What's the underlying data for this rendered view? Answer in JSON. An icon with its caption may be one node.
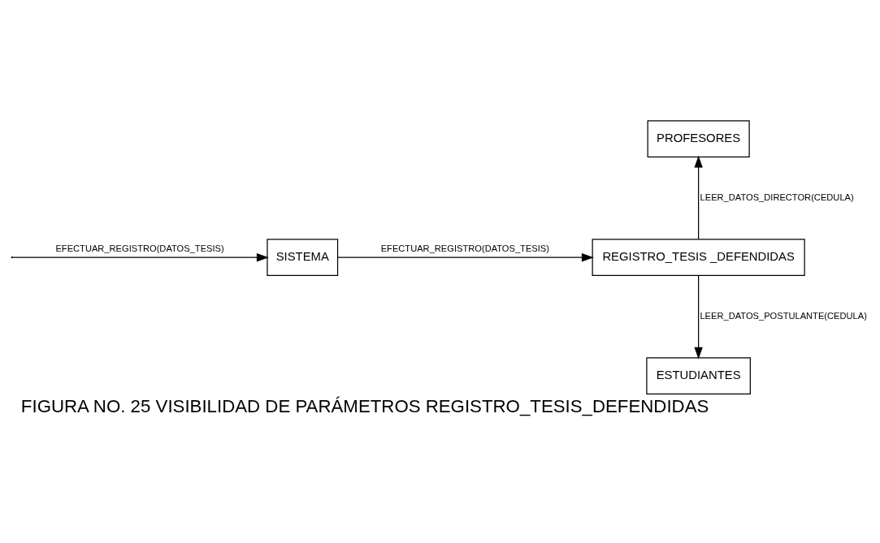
{
  "diagram": {
    "caption": "FIGURA NO. 25 VISIBILIDAD DE PARÁMETROS REGISTRO_TESIS_DEFENDIDAS",
    "nodes": [
      {
        "text": [
          "SISTEMA"
        ]
      },
      {
        "text": [
          "REGISTRO_TESIS _DEFENDIDAS"
        ]
      },
      {
        "text": [
          "PROFESORES"
        ]
      },
      {
        "text": [
          "ESTUDIANTES"
        ]
      }
    ],
    "edges": [
      {
        "from": null,
        "to": 0,
        "arrow": "to",
        "label": "EFECTUAR_REGISTRO(DATOS_TESIS)"
      },
      {
        "from": 0,
        "to": 1,
        "arrow": "to",
        "label": "EFECTUAR_REGISTRO(DATOS_TESIS)"
      },
      {
        "from": 1,
        "to": 2,
        "arrow": "to",
        "label": "LEER_DATOS_DIRECTOR(CEDULA)"
      },
      {
        "from": 1,
        "to": 3,
        "arrow": "to",
        "label": "LEER_DATOS_POSTULANTE(CEDULA)"
      }
    ]
  }
}
